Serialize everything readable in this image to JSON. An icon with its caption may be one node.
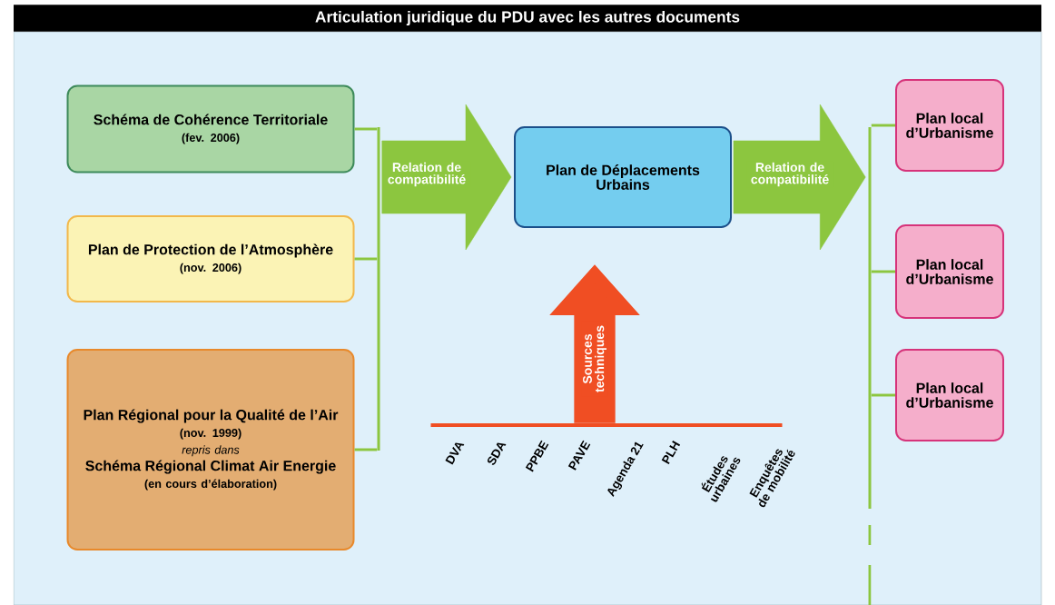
{
  "diagram": {
    "title": "Articulation  juridique du PDU avec les autres documents",
    "nodes": [
      {
        "text": [
          "Schéma de Cohérence Territoriale",
          "(fev. 2006)"
        ]
      },
      {
        "text": [
          "Plan de Protection de l’Atmosphère",
          "(nov. 2006)"
        ]
      },
      {
        "text": [
          "Plan Régional pour la Qualité de l’Air",
          "(nov. 1999)",
          "repris dans",
          "Schéma Régional Climat Air Energie",
          "(en cours d’élaboration)"
        ]
      },
      {
        "text": [
          "Plan de Déplacements Urbains"
        ]
      },
      {
        "text": [
          "Plan local d’Urbanisme"
        ]
      },
      {
        "text": [
          "Plan local d’Urbanisme"
        ]
      },
      {
        "text": [
          "Plan local d’Urbanisme"
        ]
      },
      {
        "text": [],
        "shape": "bar"
      },
      {
        "text": [],
        "shape": "bar"
      },
      {
        "text": [],
        "shape": "bar"
      }
    ],
    "edges": [
      {
        "from": 0,
        "to": 7,
        "arrow": "none"
      },
      {
        "from": 1,
        "to": 7,
        "arrow": "none"
      },
      {
        "from": 2,
        "to": 7,
        "arrow": "none"
      },
      {
        "from": 7,
        "to": 3,
        "arrow": "to",
        "label": "Relation de compatibilité",
        "style": "thick"
      },
      {
        "from": 3,
        "to": 9,
        "arrow": "to",
        "label": "Relation de compatibilité",
        "style": "thick"
      },
      {
        "from": 9,
        "to": 4,
        "arrow": "none"
      },
      {
        "from": 9,
        "to": 5,
        "arrow": "none"
      },
      {
        "from": 9,
        "to": 6,
        "arrow": "none"
      },
      {
        "from": 8,
        "to": 3,
        "arrow": "to",
        "label": "Sources techniques",
        "color": "#f04e23",
        "style": "thick"
      }
    ],
    "labels": [
      "DVA",
      "SDA",
      "PPBE",
      "PAVE",
      "Agenda 21",
      "PLH",
      "Études urbaines",
      "Enquêtes de mobilité"
    ]
  }
}
